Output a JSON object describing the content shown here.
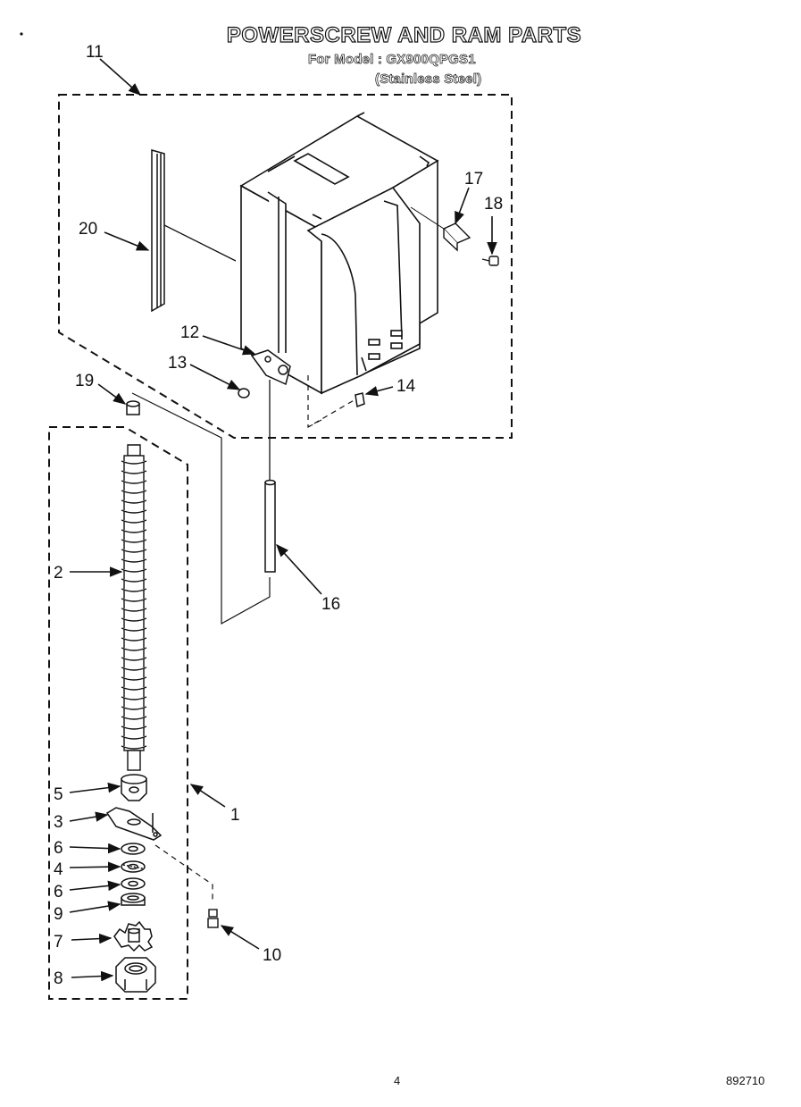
{
  "header": {
    "title": "POWERSCREW AND RAM PARTS",
    "model_line": "For Model : GX900QPGS1",
    "finish_line": "(Stainless Steel)"
  },
  "callouts": {
    "c1": "1",
    "c2": "2",
    "c3": "3",
    "c4": "4",
    "c5": "5",
    "c6a": "6",
    "c6b": "6",
    "c7": "7",
    "c8": "8",
    "c9": "9",
    "c10": "10",
    "c11": "11",
    "c12": "12",
    "c13": "13",
    "c14": "14",
    "c16": "16",
    "c17": "17",
    "c18": "18",
    "c19": "19",
    "c20": "20"
  },
  "footer": {
    "page_number": "4",
    "document_number": "892710"
  }
}
